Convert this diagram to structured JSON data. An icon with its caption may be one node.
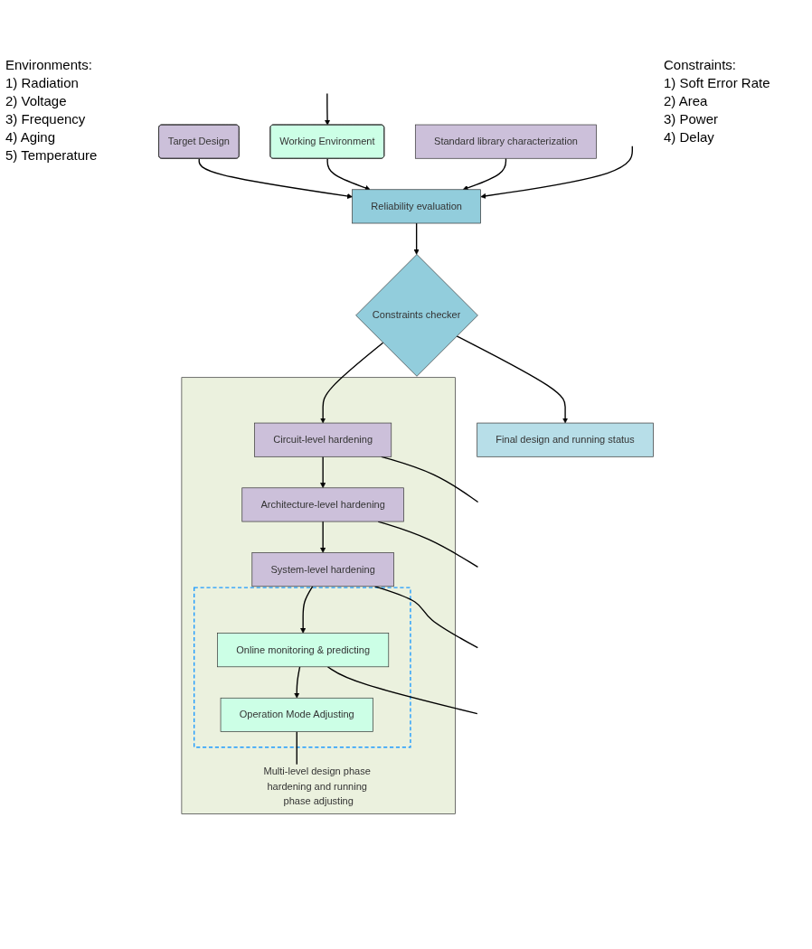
{
  "diagram": {
    "nodes": [
      {
        "text": [
          "Target Design"
        ]
      },
      {
        "text": [
          "Working Environment"
        ]
      },
      {
        "text": [
          "Standard library characterization"
        ]
      },
      {
        "text": [
          "Reliability evaluation"
        ]
      },
      {
        "text": [
          "Constraints checker"
        ]
      },
      {
        "text": [
          "Final design and running status"
        ]
      },
      {
        "text": [
          "Multi-level design phase hardening and running phase adjusting"
        ]
      },
      {
        "text": [
          "Circuit-level hardening"
        ],
        "in": 6
      },
      {
        "text": [
          "Architecture-level hardening"
        ],
        "in": 6
      },
      {
        "text": [
          "System-level hardening"
        ],
        "in": 6
      },
      {
        "text": [],
        "shape": "box",
        "in": 6
      },
      {
        "text": [
          "Online monitoring & predicting"
        ],
        "in": 10
      },
      {
        "text": [
          "Operation Mode Adjusting"
        ],
        "in": 10
      }
    ],
    "edges": [
      {
        "from": 0,
        "to": 3,
        "arrow": "to"
      },
      {
        "from": 1,
        "to": 3,
        "arrow": "to"
      },
      {
        "from": 2,
        "to": 3,
        "arrow": "to"
      },
      {
        "from": 3,
        "to": 4,
        "arrow": "to"
      },
      {
        "from": 4,
        "to": 5,
        "arrow": "to"
      },
      {
        "from": 4,
        "to": 7,
        "arrow": "to"
      },
      {
        "from": 7,
        "to": 8,
        "arrow": "to"
      },
      {
        "from": 8,
        "to": 9,
        "arrow": "to"
      },
      {
        "from": 9,
        "to": 11,
        "arrow": "to"
      },
      {
        "from": 11,
        "to": 12,
        "arrow": "to"
      },
      {
        "from": 7,
        "to": null,
        "arrow": "none"
      },
      {
        "from": 8,
        "to": null,
        "arrow": "none"
      },
      {
        "from": 9,
        "to": null,
        "arrow": "none"
      },
      {
        "from": 11,
        "to": null,
        "arrow": "none"
      },
      {
        "from": 12,
        "to": null,
        "arrow": "none"
      },
      {
        "from": null,
        "to": 1,
        "arrow": "to"
      },
      {
        "from": null,
        "to": 3,
        "arrow": "to"
      }
    ],
    "labels": [
      "Constraints:",
      "1) Soft Error Rate",
      "2) Area",
      "3) Power",
      "4) Delay",
      "Environments:",
      "1) Radiation",
      "2) Voltage",
      "3) Frequency",
      "4) Aging",
      "5) Temperature"
    ]
  }
}
